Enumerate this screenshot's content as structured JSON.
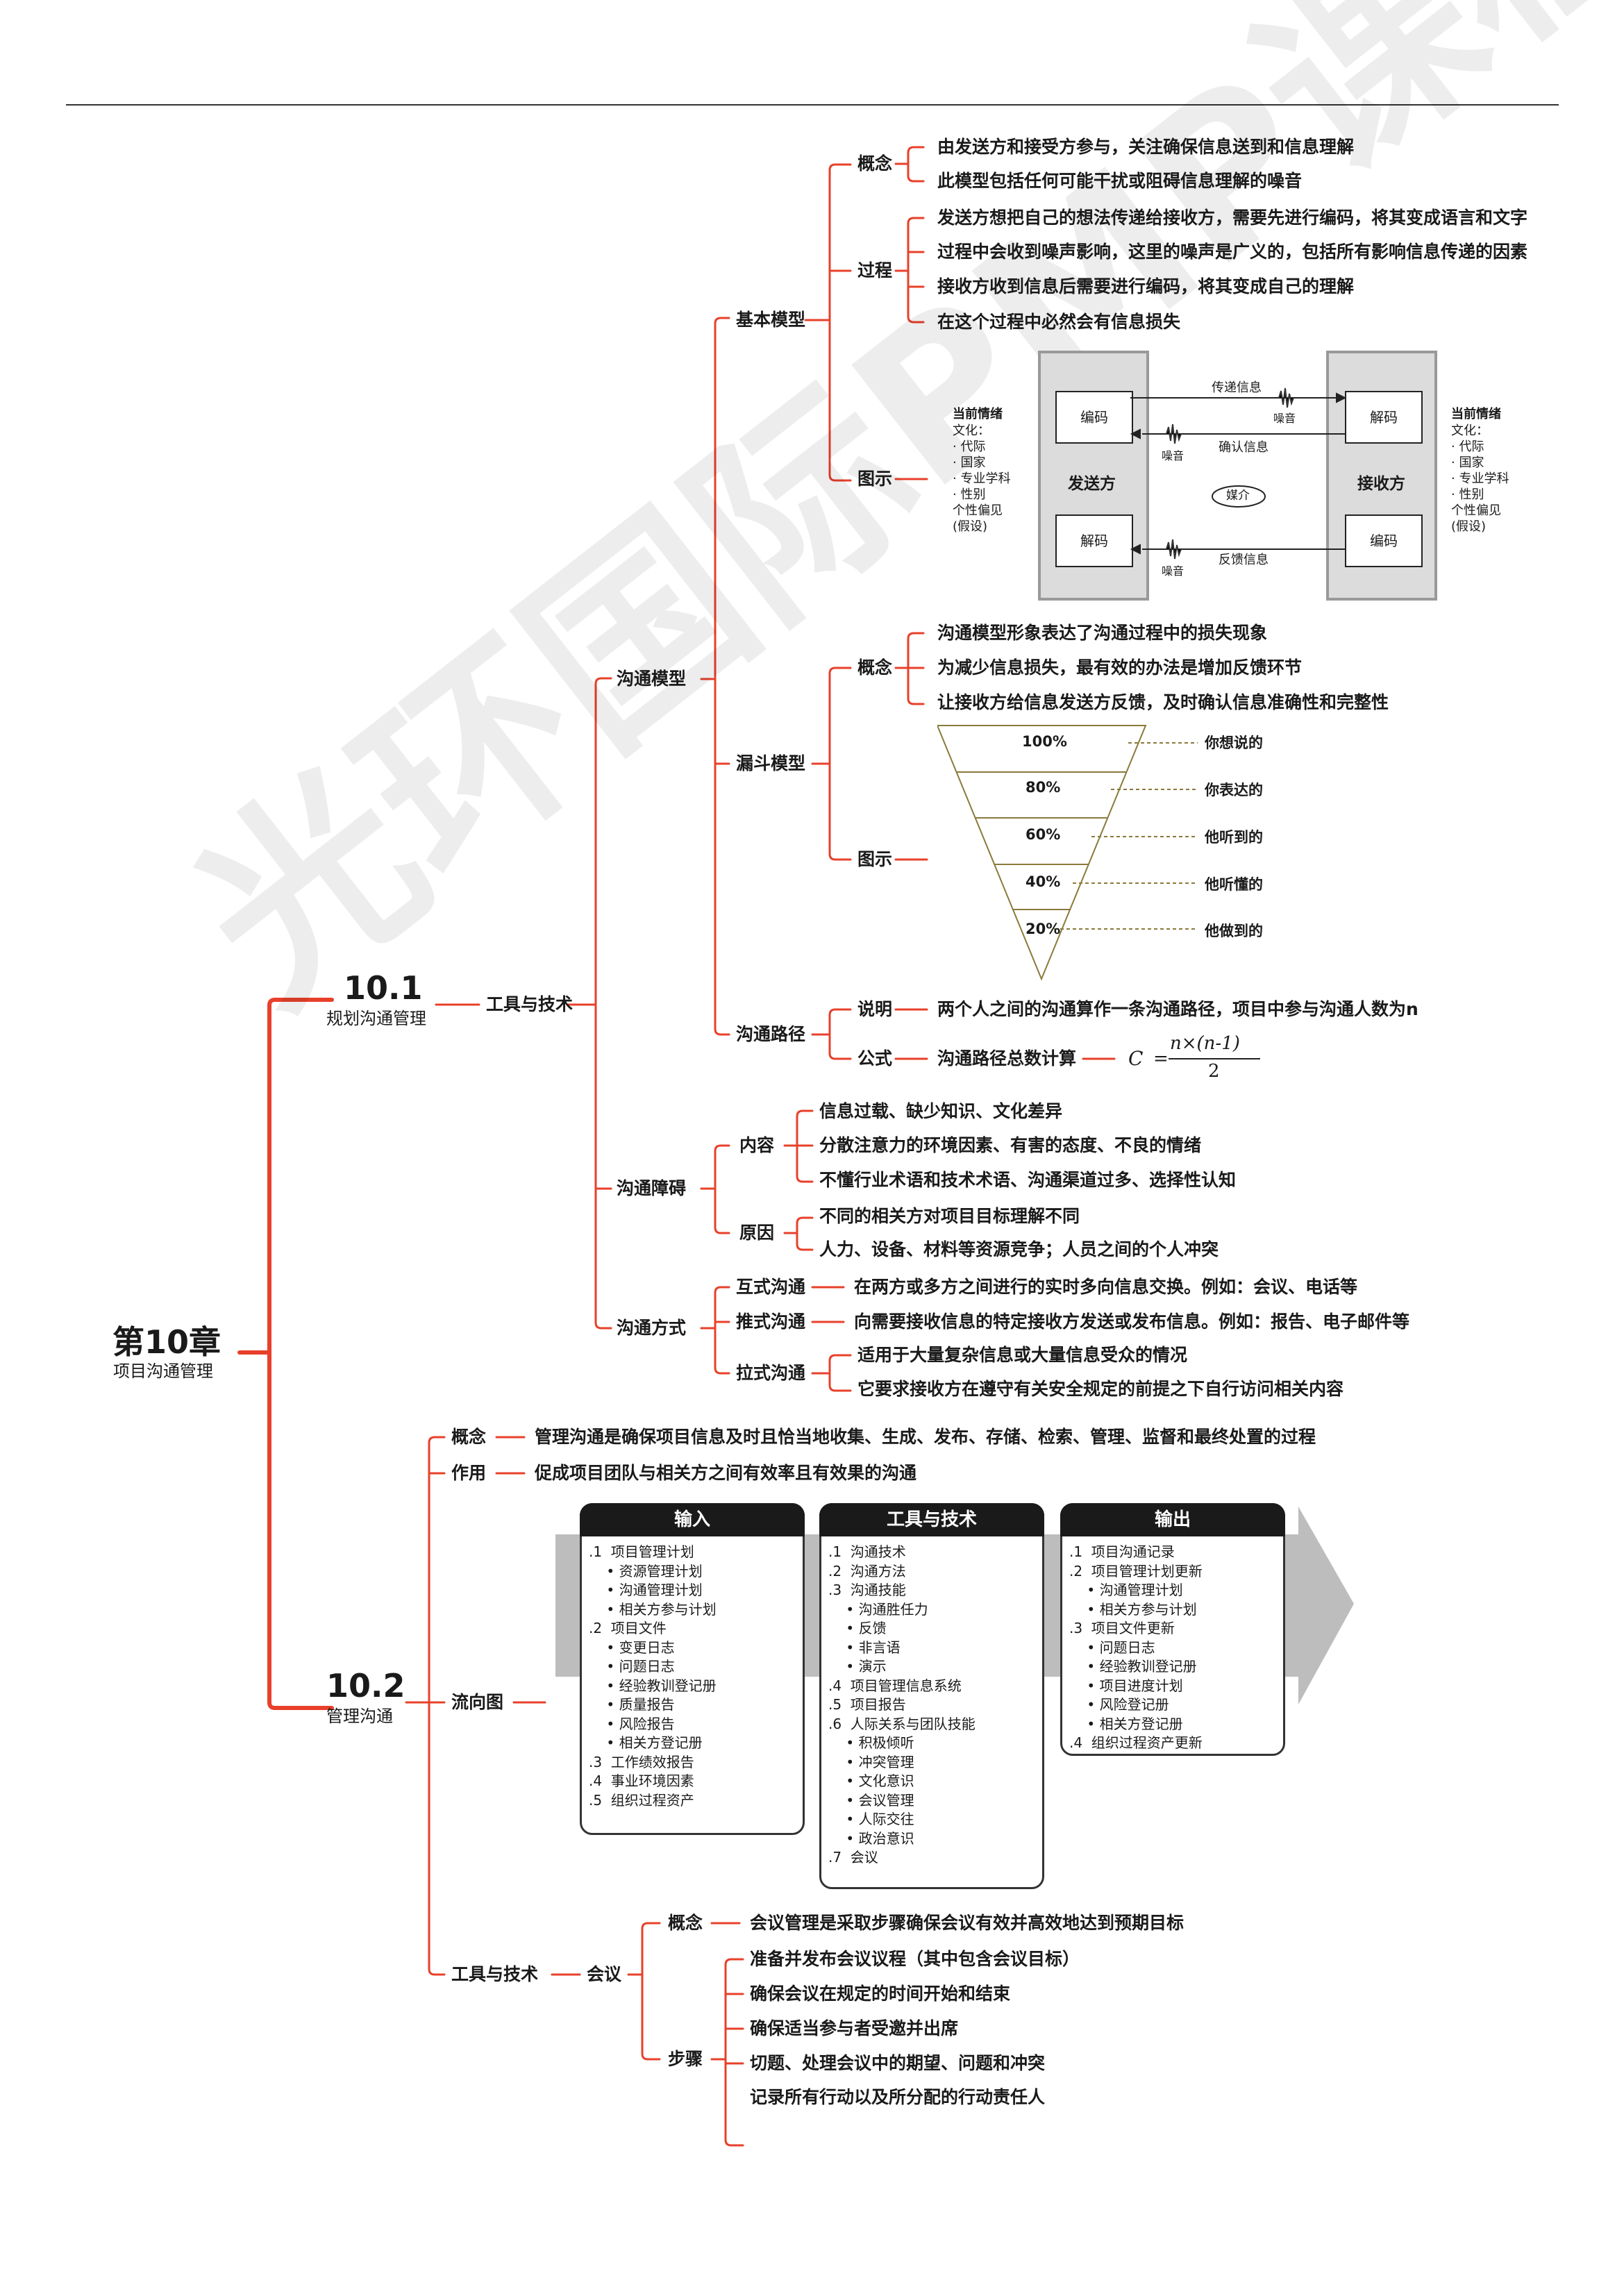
{
  "watermark": "光环国际PMP课程配套教",
  "root": {
    "title": "第10章",
    "subtitle": "项目沟通管理"
  },
  "s1": {
    "num": "10.1",
    "name": "规划沟通管理",
    "tools": "工具与技术"
  },
  "s2": {
    "num": "10.2",
    "name": "管理沟通"
  },
  "comm_model": {
    "label": "沟通模型",
    "basic": {
      "label": "基本模型",
      "concept_label": "概念",
      "concept": [
        "由发送方和接受方参与，关注确保信息送到和信息理解",
        "此模型包括任何可能干扰或阻碍信息理解的噪音"
      ],
      "process_label": "过程",
      "process": [
        "发送方想把自己的想法传递给接收方，需要先进行编码，将其变成语言和文字",
        "过程中会收到噪声影响，这里的噪声是广义的，包括所有影响信息传递的因素",
        "接收方收到信息后需要进行编码，将其变成自己的理解",
        "在这个过程中必然会有信息损失"
      ],
      "diagram_label": "图示",
      "diagram": {
        "left_heading": "当前情绪",
        "left_lines": [
          "文化：",
          "· 代际",
          "· 国家",
          "· 专业学科",
          "· 性别",
          "个性偏见",
          "(假设)"
        ],
        "right_heading": "当前情绪",
        "right_lines": [
          "文化：",
          "· 代际",
          "· 国家",
          "· 专业学科",
          "· 性别",
          "个性偏见",
          "(假设)"
        ],
        "sender": "发送方",
        "receiver": "接收方",
        "encode": "编码",
        "decode": "解码",
        "transmit": "传递信息",
        "confirm": "确认信息",
        "feedback": "反馈信息",
        "noise": "噪音",
        "medium": "媒介"
      }
    },
    "funnel": {
      "label": "漏斗模型",
      "concept_label": "概念",
      "concept": [
        "沟通模型形象表达了沟通过程中的损失现象",
        "为减少信息损失，最有效的办法是增加反馈环节",
        "让接收方给信息发送方反馈，及时确认信息准确性和完整性"
      ],
      "diagram_label": "图示",
      "levels": [
        {
          "pct": "100%",
          "label": "你想说的"
        },
        {
          "pct": "80%",
          "label": "你表达的"
        },
        {
          "pct": "60%",
          "label": "他听到的"
        },
        {
          "pct": "40%",
          "label": "他听懂的"
        },
        {
          "pct": "20%",
          "label": "他做到的"
        }
      ]
    },
    "path": {
      "label": "沟通路径",
      "desc_label": "说明",
      "desc": "两个人之间的沟通算作一条沟通路径，项目中参与沟通人数为n",
      "formula_label": "公式",
      "formula_text": "沟通路径总数计算",
      "formula_lhs": "C",
      "formula_num": "n×(n-1)",
      "formula_den": "2"
    }
  },
  "barrier": {
    "label": "沟通障碍",
    "content_label": "内容",
    "content": [
      "信息过载、缺少知识、文化差异",
      "分散注意力的环境因素、有害的态度、不良的情绪",
      "不懂行业术语和技术术语、沟通渠道过多、选择性认知"
    ],
    "cause_label": "原因",
    "cause": [
      "不同的相关方对项目目标理解不同",
      "人力、设备、材料等资源竞争；人员之间的个人冲突"
    ]
  },
  "method": {
    "label": "沟通方式",
    "items": [
      {
        "name": "互式沟通",
        "desc": [
          "在两方或多方之间进行的实时多向信息交换。例如：会议、电话等"
        ]
      },
      {
        "name": "推式沟通",
        "desc": [
          "向需要接收信息的特定接收方发送或发布信息。例如：报告、电子邮件等"
        ]
      },
      {
        "name": "拉式沟通",
        "desc": [
          "适用于大量复杂信息或大量信息受众的情况",
          "它要求接收方在遵守有关安全规定的前提之下自行访问相关内容"
        ]
      }
    ]
  },
  "s2_body": {
    "concept_label": "概念",
    "concept": "管理沟通是确保项目信息及时且恰当地收集、生成、发布、存储、检索、管理、监督和最终处置的过程",
    "role_label": "作用",
    "role": "促成项目团队与相关方之间有效率且有效果的沟通",
    "flow_label": "流向图",
    "inputs": {
      "title": "输入",
      "items": [
        ".1  项目管理计划",
        "    • 资源管理计划",
        "    • 沟通管理计划",
        "    • 相关方参与计划",
        ".2  项目文件",
        "    • 变更日志",
        "    • 问题日志",
        "    • 经验教训登记册",
        "    • 质量报告",
        "    • 风险报告",
        "    • 相关方登记册",
        ".3  工作绩效报告",
        ".4  事业环境因素",
        ".5  组织过程资产"
      ]
    },
    "tt": {
      "title": "工具与技术",
      "items": [
        ".1  沟通技术",
        ".2  沟通方法",
        ".3  沟通技能",
        "    • 沟通胜任力",
        "    • 反馈",
        "    • 非言语",
        "    • 演示",
        ".4  项目管理信息系统",
        ".5  项目报告",
        ".6  人际关系与团队技能",
        "    • 积极倾听",
        "    • 冲突管理",
        "    • 文化意识",
        "    • 会议管理",
        "    • 人际交往",
        "    • 政治意识",
        ".7  会议"
      ]
    },
    "outputs": {
      "title": "输出",
      "items": [
        ".1  项目沟通记录",
        ".2  项目管理计划更新",
        "    • 沟通管理计划",
        "    • 相关方参与计划",
        ".3  项目文件更新",
        "    • 问题日志",
        "    • 经验教训登记册",
        "    • 项目进度计划",
        "    • 风险登记册",
        "    • 相关方登记册",
        ".4  组织过程资产更新"
      ]
    },
    "tools_label": "工具与技术",
    "meeting_label": "会议",
    "m_concept_label": "概念",
    "m_concept": "会议管理是采取步骤确保会议有效并高效地达到预期目标",
    "steps_label": "步骤",
    "steps": [
      "准备并发布会议议程（其中包含会议目标）",
      "确保会议在规定的时间开始和结束",
      "确保适当参与者受邀并出席",
      "切题、处理会议中的期望、问题和冲突",
      "记录所有行动以及所分配的行动责任人"
    ]
  }
}
